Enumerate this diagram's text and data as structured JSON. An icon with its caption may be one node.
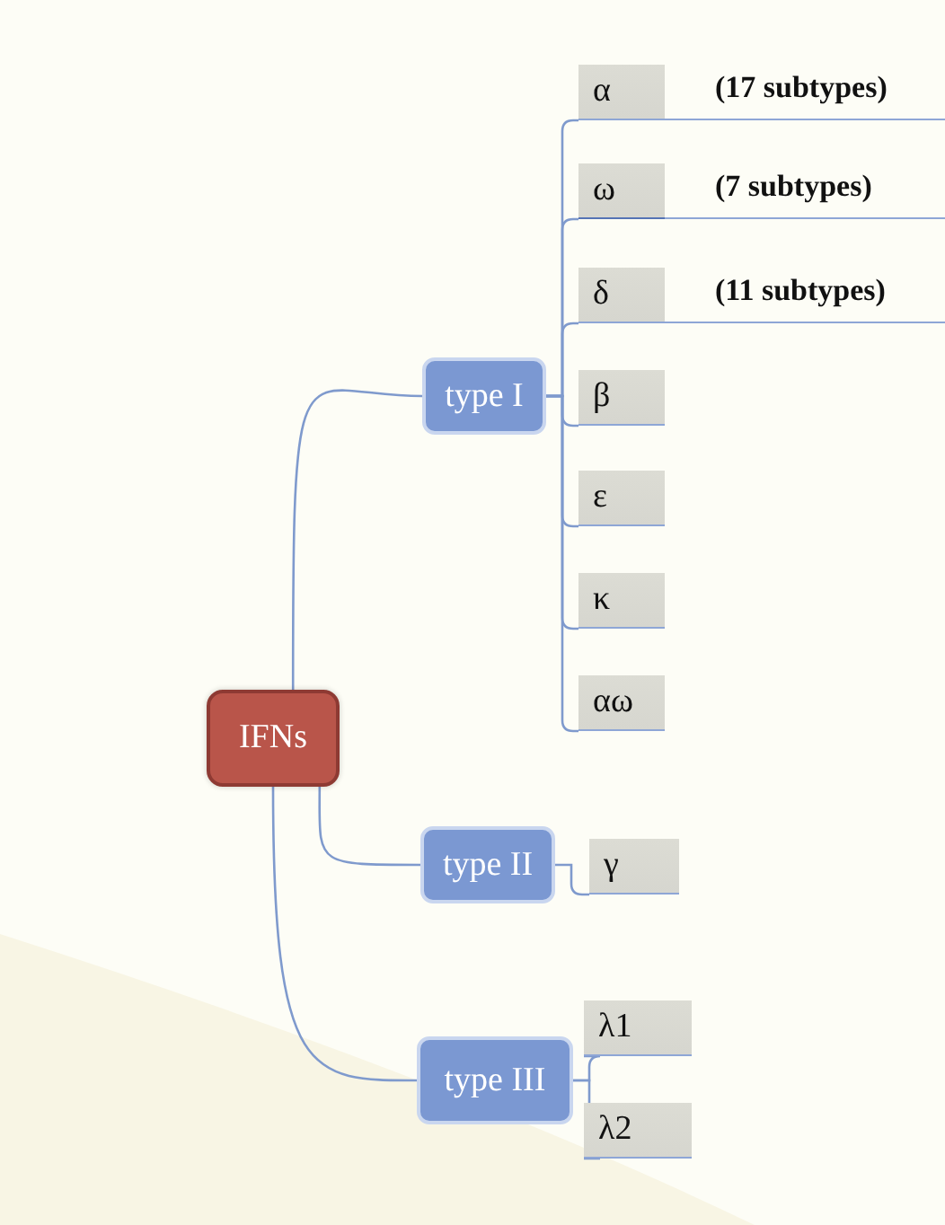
{
  "diagram": {
    "nodes": [
      {
        "text": [
          "IFNs"
        ]
      },
      {
        "text": [
          "type I"
        ]
      },
      {
        "text": [
          "type II"
        ]
      },
      {
        "text": [
          "type III"
        ]
      },
      {
        "text": [
          "α"
        ],
        "beside": [
          "(17 subtypes)"
        ]
      },
      {
        "text": [
          "ω"
        ],
        "beside": [
          "(7 subtypes)"
        ]
      },
      {
        "text": [
          "δ"
        ],
        "beside": [
          "(11 subtypes)"
        ]
      },
      {
        "text": [
          "β"
        ]
      },
      {
        "text": [
          "ε"
        ]
      },
      {
        "text": [
          "κ"
        ]
      },
      {
        "text": [
          "αω"
        ]
      },
      {
        "text": [
          "γ"
        ]
      },
      {
        "text": [
          "λ1"
        ]
      },
      {
        "text": [
          "λ2"
        ]
      }
    ],
    "edges": [
      {
        "from": 0,
        "to": 1,
        "arrow": "none"
      },
      {
        "from": 0,
        "to": 2,
        "arrow": "none"
      },
      {
        "from": 0,
        "to": 3,
        "arrow": "none"
      },
      {
        "from": 1,
        "to": 4,
        "arrow": "none"
      },
      {
        "from": 1,
        "to": 5,
        "arrow": "none"
      },
      {
        "from": 1,
        "to": 6,
        "arrow": "none"
      },
      {
        "from": 1,
        "to": 7,
        "arrow": "none"
      },
      {
        "from": 1,
        "to": 8,
        "arrow": "none"
      },
      {
        "from": 1,
        "to": 9,
        "arrow": "none"
      },
      {
        "from": 1,
        "to": 10,
        "arrow": "none"
      },
      {
        "from": 2,
        "to": 11,
        "arrow": "none"
      },
      {
        "from": 3,
        "to": 12,
        "arrow": "none"
      },
      {
        "from": 3,
        "to": 13,
        "arrow": "none"
      }
    ]
  }
}
